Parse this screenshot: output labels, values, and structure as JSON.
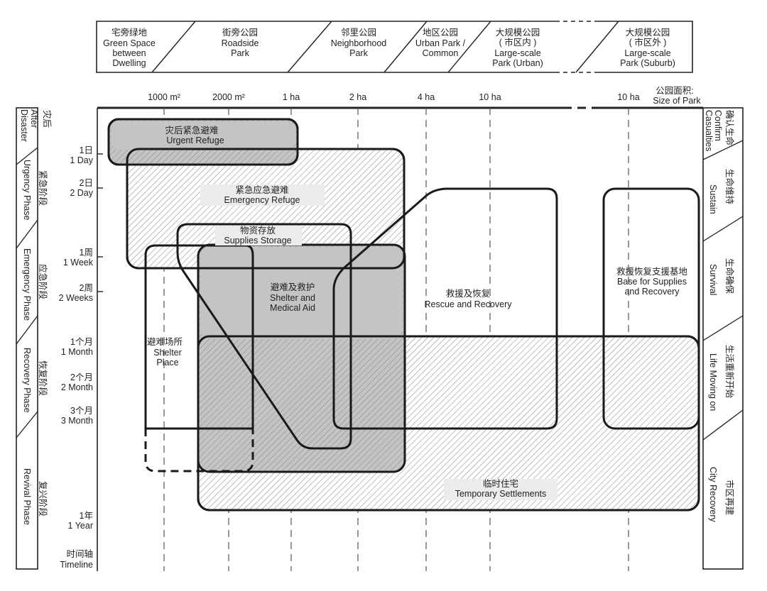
{
  "park_types": {
    "dwelling": {
      "zh": "宅旁绿地",
      "en1": "Green Space",
      "en2": "between",
      "en3": "Dwelling"
    },
    "roadside": {
      "zh": "街旁公园",
      "en1": "Roadside",
      "en2": "Park"
    },
    "neighborhood": {
      "zh": "邻里公园",
      "en1": "Neighborhood",
      "en2": "Park"
    },
    "district": {
      "zh": "地区公园",
      "en1": "Urban Park /",
      "en2": "Common"
    },
    "large_urban": {
      "zh": "大规模公园",
      "zh2": "( 市区内 )",
      "en1": "Large-scale",
      "en2": "Park (Urban)"
    },
    "large_suburb": {
      "zh": "大规模公园",
      "zh2": "( 市区外 )",
      "en1": "Large-scale",
      "en2": "Park (Suburb)"
    }
  },
  "size_axis": {
    "label_zh": "公园面积:",
    "label_en": "Size of Park",
    "ticks": [
      "1000 m²",
      "2000 m²",
      "1 ha",
      "2 ha",
      "4 ha",
      "10 ha",
      "10 ha"
    ]
  },
  "phases_left": [
    {
      "zh": "灾后",
      "en1": "After",
      "en2": "Disaster"
    },
    {
      "zh": "紧急阶段",
      "en": "Urgency Phase"
    },
    {
      "zh": "应急阶段",
      "en": "Emergency Phase"
    },
    {
      "zh": "恢复阶段",
      "en": "Recovery Phase"
    },
    {
      "zh": "复兴阶段",
      "en": "Revival Phase"
    }
  ],
  "time_ticks": [
    {
      "zh": "1日",
      "en": "1 Day"
    },
    {
      "zh": "2日",
      "en": "2 Day"
    },
    {
      "zh": "1周",
      "en": "1 Week"
    },
    {
      "zh": "2周",
      "en": "2 Weeks"
    },
    {
      "zh": "1个月",
      "en": "1 Month"
    },
    {
      "zh": "2个月",
      "en": "2 Month"
    },
    {
      "zh": "3个月",
      "en": "3 Month"
    },
    {
      "zh": "1年",
      "en": "1 Year"
    }
  ],
  "timeline": {
    "zh": "时间轴",
    "en": "Timeline"
  },
  "phases_right": [
    {
      "zh": "确认生命",
      "en1": "Confirm",
      "en2": "Casualties"
    },
    {
      "zh": "生命维持",
      "en": "Sustain"
    },
    {
      "zh": "生命确保",
      "en": "Survival"
    },
    {
      "zh": "生活重新开始",
      "en": "Life Moving on"
    },
    {
      "zh": "市区再建",
      "en": "City Recovery"
    }
  ],
  "functions": {
    "urgent_refuge": {
      "zh": "灾后紧急避难",
      "en": "Urgent Refuge"
    },
    "emergency_refuge": {
      "zh": "紧急应急避难",
      "en": "Emergency Refuge"
    },
    "supplies_storage": {
      "zh": "物资存放",
      "en": "Supplies Storage"
    },
    "shelter_medical": {
      "zh": "避难及救护",
      "en1": "Shelter and",
      "en2": "Medical Aid"
    },
    "rescue_recovery": {
      "zh": "救援及恢复",
      "en": "Rescue and Recovery"
    },
    "base_supplies": {
      "zh": "救援恢复支援基地",
      "en1": "Base for Supplies",
      "en2": "and Recovery"
    },
    "shelter_place": {
      "zh": "避难场所",
      "en1": "Shelter",
      "en2": "Place"
    },
    "temporary_settlements": {
      "zh": "临时住宅",
      "en": "Temporary Settlements"
    }
  }
}
